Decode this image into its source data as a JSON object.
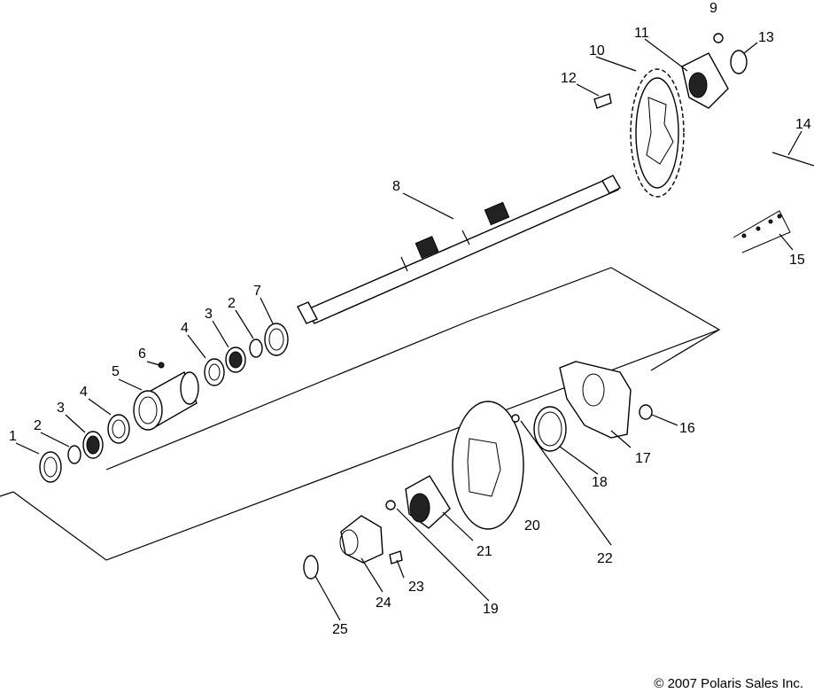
{
  "labels": {
    "l1": "1",
    "l2a": "2",
    "l3a": "3",
    "l4a": "4",
    "l5": "5",
    "l6": "6",
    "l4b": "4",
    "l3b": "3",
    "l2b": "2",
    "l7": "7",
    "l8": "8",
    "l9": "9",
    "l10": "10",
    "l11": "11",
    "l12": "12",
    "l13": "13",
    "l14": "14",
    "l15": "15",
    "l16": "16",
    "l17": "17",
    "l18": "18",
    "l19": "19",
    "l20": "20",
    "l21": "21",
    "l22": "22",
    "l23": "23",
    "l24": "24",
    "l25": "25"
  },
  "footer": {
    "copyright": "© 2007 Polaris Sales Inc."
  }
}
